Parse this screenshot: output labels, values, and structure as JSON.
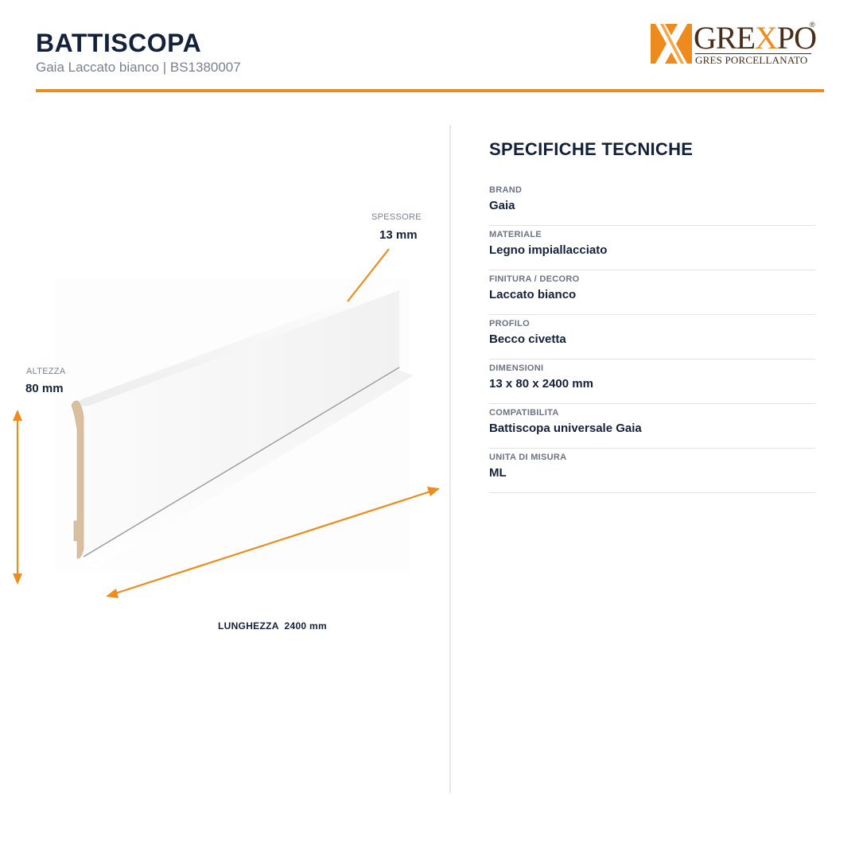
{
  "header": {
    "title": "BATTISCOPA",
    "subtitle": "Gaia Laccato bianco | BS1380007"
  },
  "logo": {
    "wordmark_left": "GRE",
    "wordmark_x": "X",
    "wordmark_right": "PO",
    "registered": "®",
    "tagline": "GRES PORCELLANATO"
  },
  "drawing": {
    "thickness_label": "SPESSORE",
    "thickness_value": "13 mm",
    "height_label": "ALTEZZA",
    "height_value": "80 mm",
    "length_caption": "LUNGHEZZA  2400 mm"
  },
  "specs": {
    "title": "SPECIFICHE TECNICHE",
    "rows": [
      {
        "label": "BRAND",
        "value": "Gaia"
      },
      {
        "label": "MATERIALE",
        "value": "Legno impiallacciato"
      },
      {
        "label": "FINITURA / DECORO",
        "value": "Laccato bianco"
      },
      {
        "label": "PROFILO",
        "value": "Becco civetta"
      },
      {
        "label": "DIMENSIONI",
        "value": "13 x 80 x 2400 mm"
      },
      {
        "label": "COMPATIBILITA",
        "value": "Battiscopa universale Gaia"
      },
      {
        "label": "UNITA DI MISURA",
        "value": "ML"
      }
    ]
  },
  "colors": {
    "accent": "#ef8a1c",
    "brand_brown": "#4a2d18",
    "heading": "#14213a",
    "muted": "#7a8090",
    "rule": "#e3e4e8"
  },
  "icons": {
    "logo_mark": "grexpo-x-logo-mark",
    "arrows": "dimension-arrow"
  }
}
